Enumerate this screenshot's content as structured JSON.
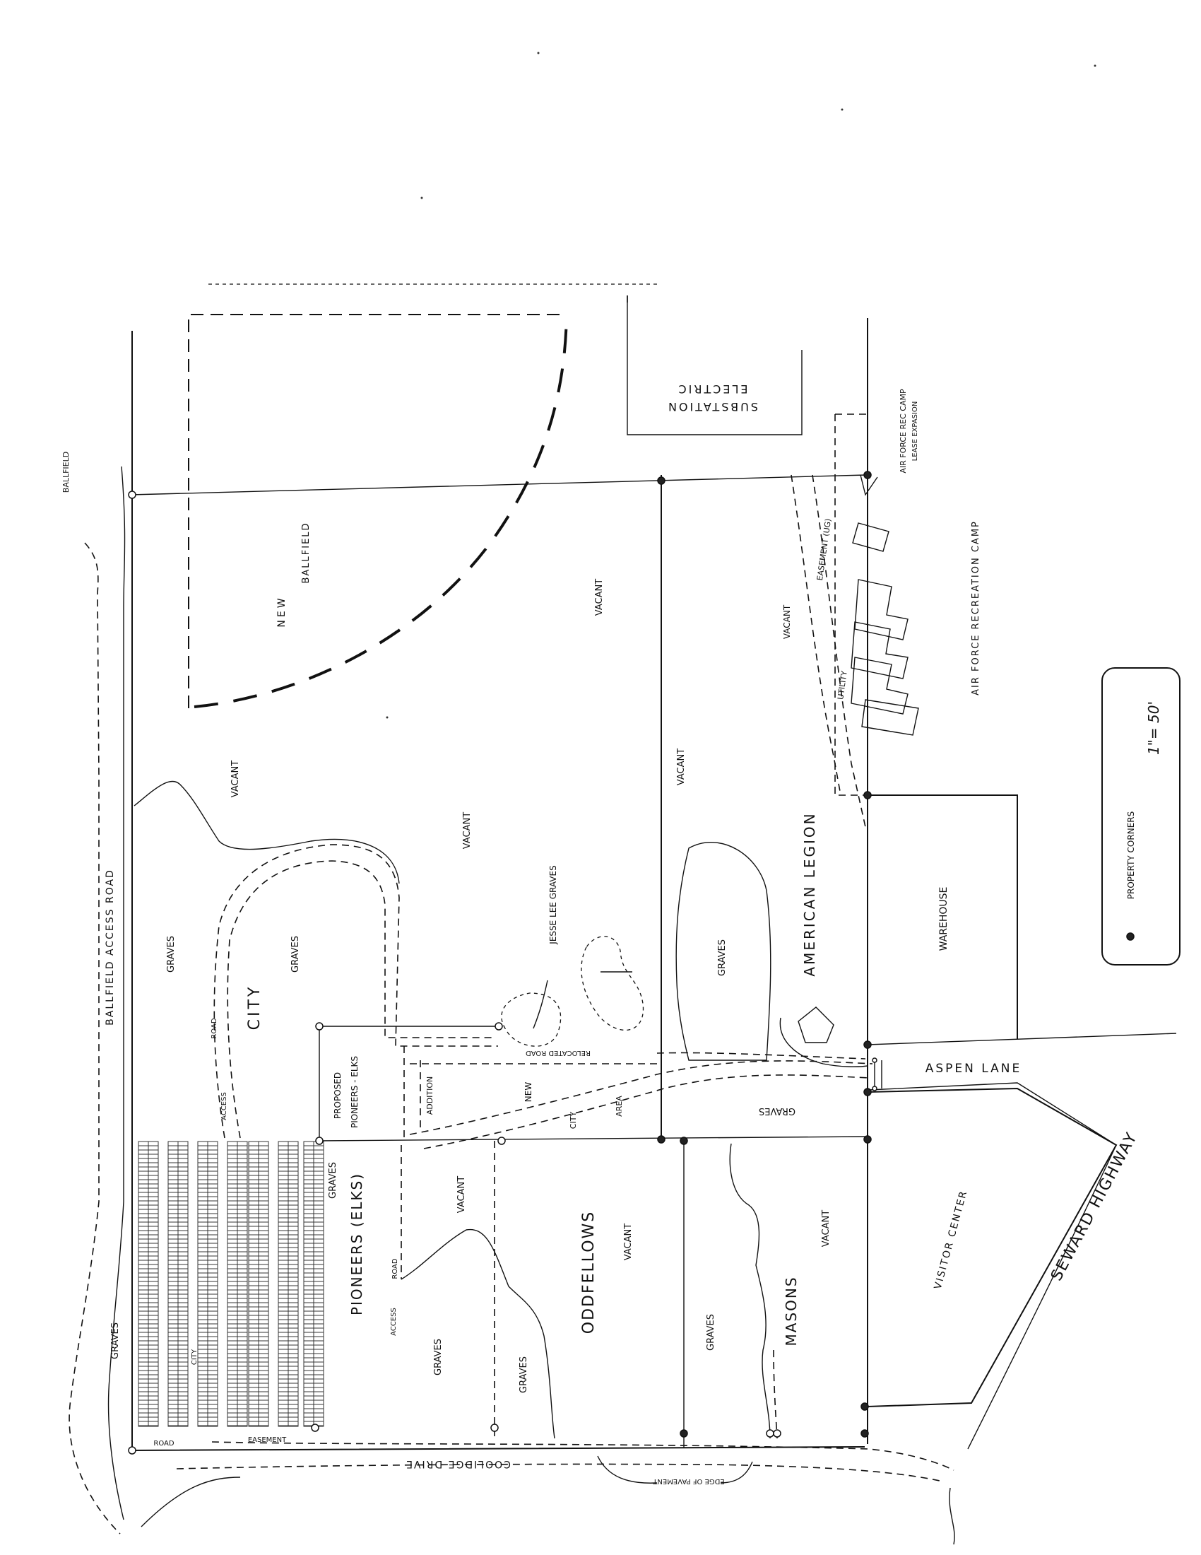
{
  "labels": {
    "ballfield": "BALLFIELD",
    "ballfield_access_road": "BALLFIELD ACCESS ROAD",
    "new_ballfield_1": "NEW",
    "new_ballfield_2": "BALLFIELD",
    "electric_substation_1": "ELECTRIC",
    "electric_substation_2": "SUBSTATION",
    "air_force_lease_1": "AIR FORCE REC CAMP",
    "air_force_lease_2": "LEASE EXPASION",
    "air_force_recreation_camp": "AIR FORCE RECREATION CAMP",
    "utility_easement_1": "UTILITY",
    "utility_easement_2": "EASEMENT (UG)",
    "vacant": "VACANT",
    "graves": "GRAVES",
    "city": "CITY",
    "access_road_1": "ACCESS",
    "access_road_2": "ROAD",
    "proposed": "PROPOSED",
    "pioneers_elks_small": "PIONEERS - ELKS",
    "addition": "ADDITION",
    "new": "NEW",
    "city_small": "CITY",
    "area": "AREA",
    "relocated_road": "RELOCATED ROAD",
    "jesse_lee_graves": "JESSE LEE GRAVES",
    "american_legion": "AMERICAN LEGION",
    "warehouse": "WAREHOUSE",
    "aspen_lane": "ASPEN LANE",
    "seward_highway": "SEWARD HIGHWAY",
    "visitor_center": "VISITOR CENTER",
    "pioneers_elks": "PIONEERS (ELKS)",
    "oddfellows": "ODDFELLOWS",
    "masons": "MASONS",
    "road": "ROAD",
    "easement": "EASEMENT",
    "coolidge_drive": "COOLIDGE DRIVE",
    "edge_of_pavement": "EDGE OF PAVEMENT"
  },
  "legend": {
    "scale": "1\"= 50'",
    "property_corners": "PROPERTY CORNERS"
  }
}
